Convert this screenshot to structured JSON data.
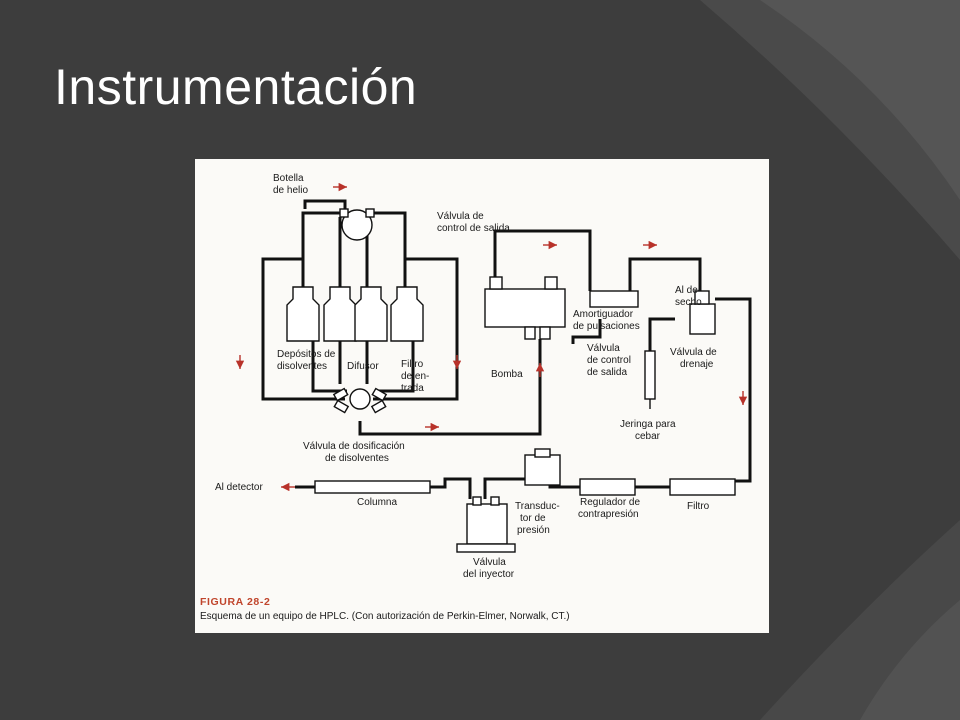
{
  "slide": {
    "title": "Instrumentación"
  },
  "figure": {
    "labels": {
      "botella1": "Botella",
      "botella2": "de helio",
      "valvula_salida1": "Válvula de",
      "valvula_salida2": "control de salida",
      "depositos1": "Depósitos de",
      "depositos2": "disolventes",
      "difusor": "Difusor",
      "filtro_entrada1": "Filtro",
      "filtro_entrada2": "de en-",
      "filtro_entrada3": "trada",
      "bomba": "Bomba",
      "amortiguador1": "Amortiguador",
      "amortiguador2": "de pulsaciones",
      "valvula_control1": "Válvula",
      "valvula_control2": "de control",
      "valvula_control3": "de salida",
      "al_desecho1": "Al de-",
      "al_desecho2": "secho",
      "valvula_drenaje1": "Válvula de",
      "valvula_drenaje2": "drenaje",
      "jeringa1": "Jeringa para",
      "jeringa2": "cebar",
      "dosificacion1": "Válvula de dosificación",
      "dosificacion2": "de disolventes",
      "al_detector": "Al detector",
      "columna": "Columna",
      "transductor1": "Transduc-",
      "transductor2": "tor de",
      "transductor3": "presión",
      "regulador1": "Regulador de",
      "regulador2": "contrapresión",
      "filtro": "Filtro",
      "inyector1": "Válvula",
      "inyector2": "del inyector"
    },
    "caption_title": "FIGURA 28-2",
    "caption_text": "Esquema de un equipo de HPLC. (Con autorización de Perkin-Elmer, Norwalk, CT.)"
  },
  "colors": {
    "background": "#3d3d3d",
    "figure_background": "#fbfaf7",
    "caption_accent": "#c0452c",
    "arrow_red": "#b8322a"
  }
}
